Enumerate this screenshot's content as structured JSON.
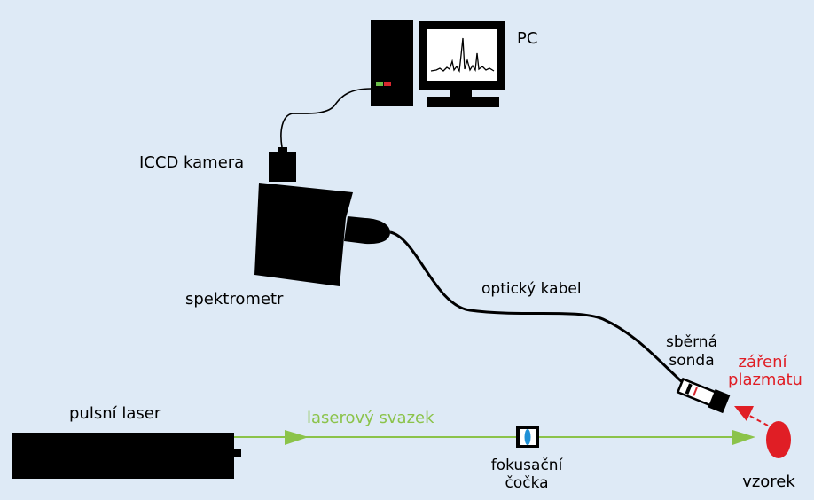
{
  "labels": {
    "pc": "PC",
    "camera": "ICCD kamera",
    "spectrometer": "spektrometr",
    "optical_cable": "optický kabel",
    "probe_line1": "sběrná",
    "probe_line2": "sonda",
    "plasma_line1": "záření",
    "plasma_line2": "plazmatu",
    "laser": "pulsní laser",
    "beam": "laserový svazek",
    "lens_line1": "fokusační",
    "lens_line2": "čočka",
    "sample": "vzorek"
  },
  "colors": {
    "background": "#deeaf6",
    "device": "#000000",
    "beam": "#8bc34a",
    "plasma": "#e01e25",
    "led_green": "#6cc04a",
    "led_red": "#d9282f",
    "lens": "#1e90d6"
  }
}
